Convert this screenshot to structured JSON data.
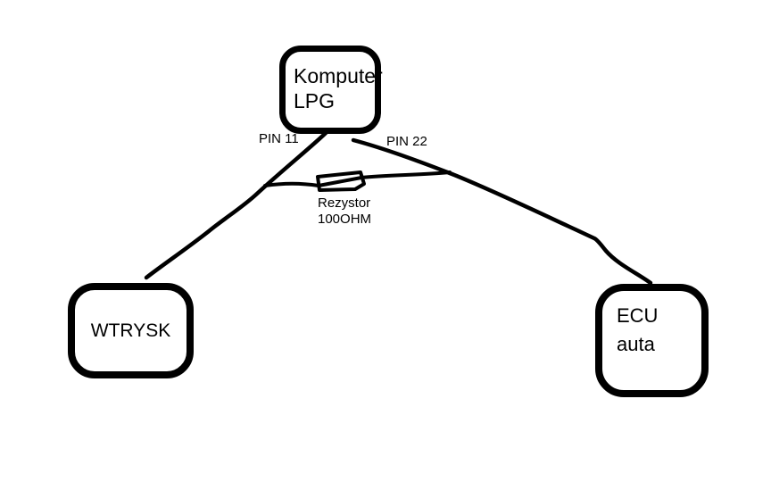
{
  "diagram": {
    "type": "hand-drawn wiring schematic",
    "colors": {
      "ink": "#000000",
      "background": "#ffffff"
    },
    "nodes": {
      "komputer_lpg": {
        "line1": "Komputer",
        "line2": "LPG"
      },
      "wtrysk": {
        "label": "WTRYSK"
      },
      "ecu_auta": {
        "line1": "ECU",
        "line2": "auta"
      }
    },
    "wire_labels": {
      "pin11": "PIN 11",
      "pin22": "PIN 22",
      "resistor_line1": "Rezystor",
      "resistor_line2": "100OHM"
    },
    "connections": [
      {
        "from": "komputer_lpg",
        "to": "wtrysk",
        "via": "PIN 11"
      },
      {
        "from": "komputer_lpg",
        "to": "ecu_auta",
        "via": "PIN 22"
      },
      {
        "from": "wire_pin11",
        "to": "wire_pin22",
        "via": "Rezystor 100OHM"
      }
    ]
  }
}
